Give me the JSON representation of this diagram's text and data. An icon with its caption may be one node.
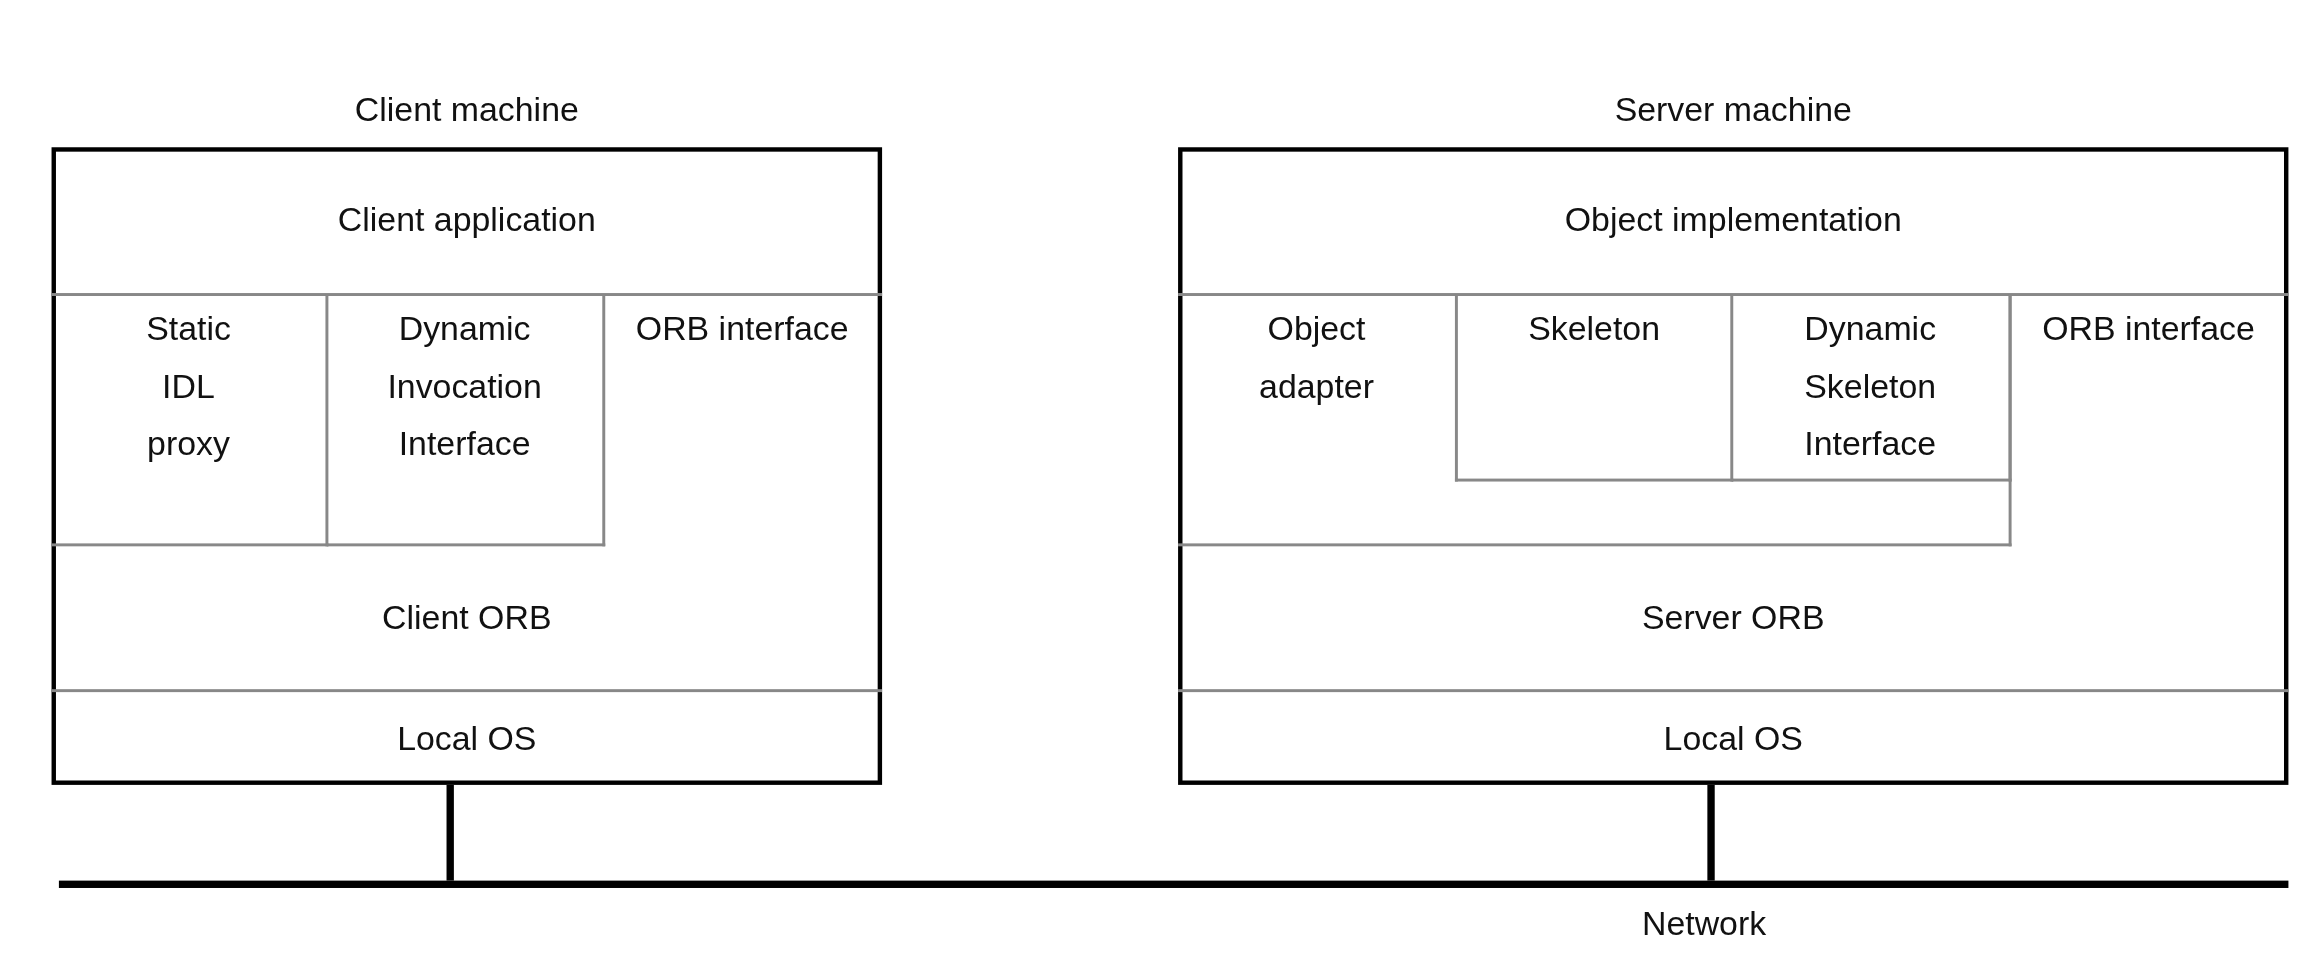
{
  "diagram": {
    "nodes": [
      {
        "text": [
          "Client machine"
        ]
      },
      {
        "text": [
          "Client application"
        ],
        "in": 0
      },
      {
        "text": [
          "Static IDL proxy"
        ],
        "in": 0
      },
      {
        "text": [
          "Dynamic Invocation Interface"
        ],
        "in": 0
      },
      {
        "text": [
          "ORB interface"
        ],
        "in": 0
      },
      {
        "text": [
          "Client ORB"
        ],
        "in": 0
      },
      {
        "text": [
          "Local OS"
        ],
        "in": 0
      },
      {
        "text": [
          "Server machine"
        ]
      },
      {
        "text": [
          "Object implementation"
        ],
        "in": 7
      },
      {
        "text": [
          "Object adapter"
        ],
        "in": 7
      },
      {
        "text": [
          "Skeleton"
        ],
        "in": 9
      },
      {
        "text": [
          "Dynamic Skeleton Interface"
        ],
        "in": 9
      },
      {
        "text": [
          "ORB interface"
        ],
        "in": 7
      },
      {
        "text": [
          "Server ORB"
        ],
        "in": 7
      },
      {
        "text": [
          "Local OS"
        ],
        "in": 7
      },
      {
        "text": [
          "Network"
        ]
      }
    ],
    "edges": [
      {
        "from": 6,
        "to": 15,
        "arrow": "none"
      },
      {
        "from": 14,
        "to": 15,
        "arrow": "none"
      }
    ]
  }
}
